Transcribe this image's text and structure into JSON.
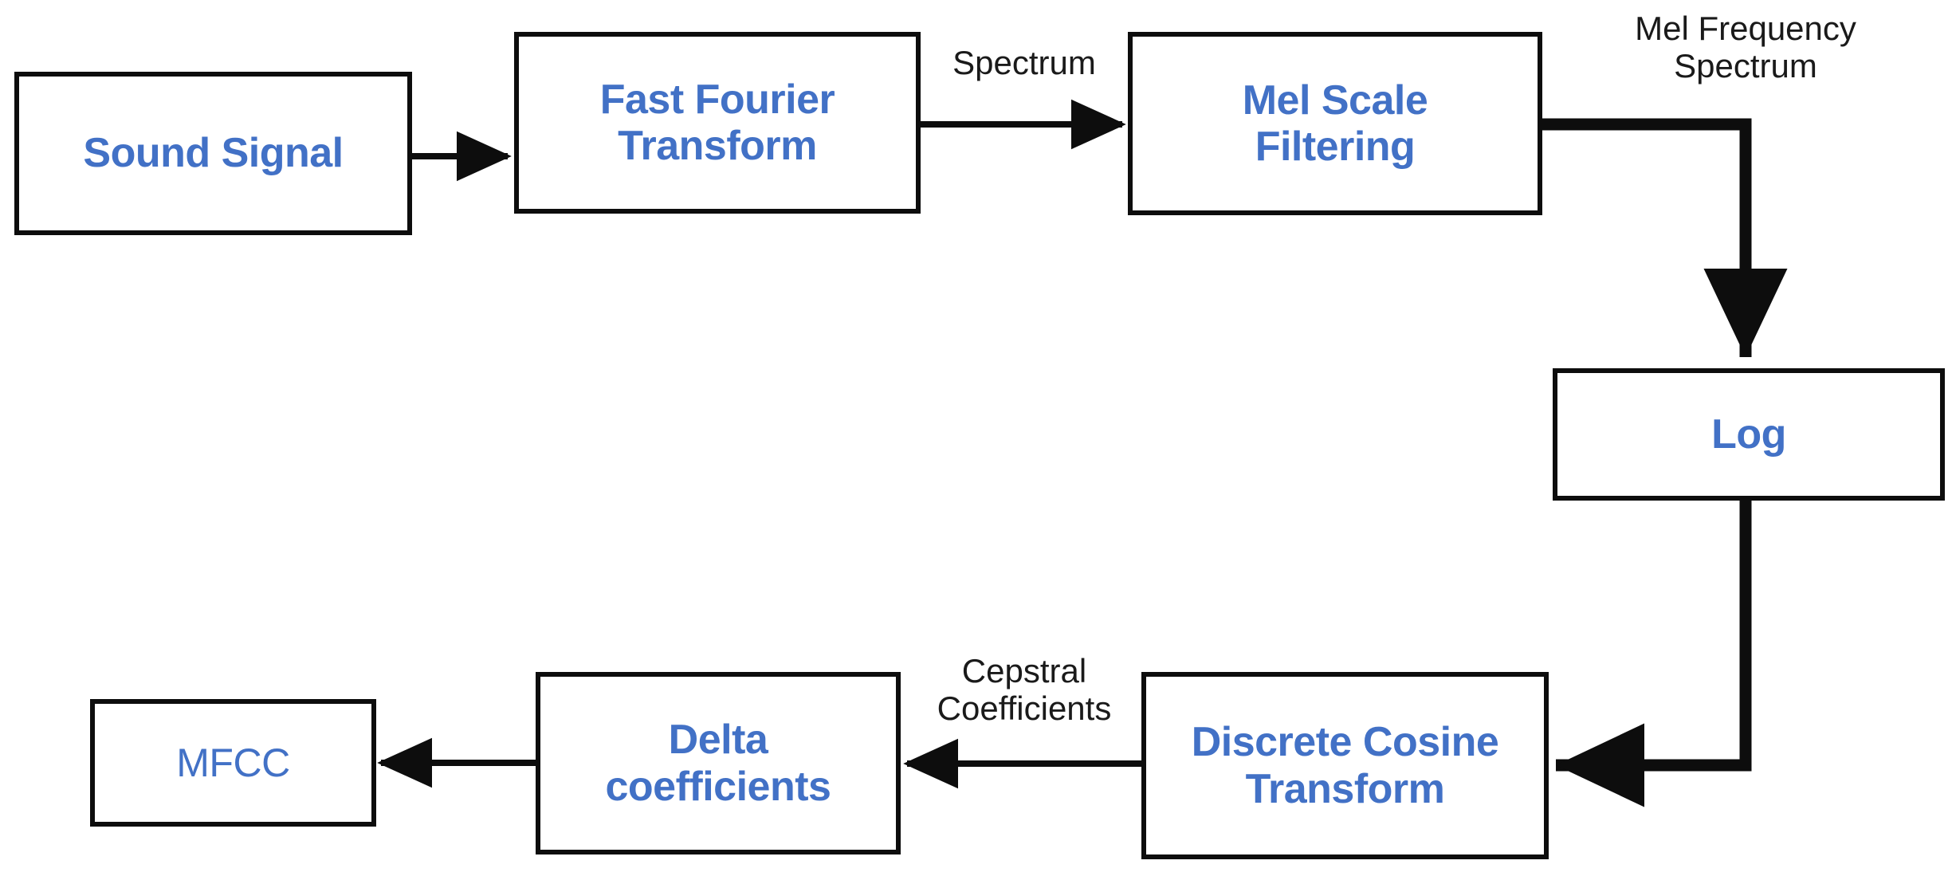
{
  "diagram": {
    "title": "MFCC feature extraction pipeline",
    "colors": {
      "node_text": "#4271C6",
      "node_border": "#0D0D0D",
      "edge_label_text": "#1A1A1A",
      "background": "#FFFFFF"
    },
    "nodes": [
      {
        "id": "sound-signal",
        "label": "Sound Signal"
      },
      {
        "id": "fast-fourier",
        "label": "Fast Fourier\nTransform"
      },
      {
        "id": "mel-scale",
        "label": "Mel Scale\nFiltering"
      },
      {
        "id": "log",
        "label": "Log"
      },
      {
        "id": "discrete-cosine",
        "label": "Discrete Cosine\nTransform"
      },
      {
        "id": "delta-coefficients",
        "label": "Delta\ncoefficients"
      },
      {
        "id": "mfcc",
        "label": "MFCC"
      }
    ],
    "edge_labels": [
      {
        "id": "spectrum",
        "label": "Spectrum"
      },
      {
        "id": "mel-frequency-spectrum",
        "label": "Mel Frequency\nSpectrum"
      },
      {
        "id": "cepstral-coefficients",
        "label": "Cepstral\nCoefficients"
      }
    ],
    "edges": [
      {
        "id": "sound-to-fft",
        "from": "Sound Signal",
        "to": "Fast Fourier Transform",
        "label": ""
      },
      {
        "id": "fft-to-mel",
        "from": "Fast Fourier Transform",
        "to": "Mel Scale Filtering",
        "label": "Spectrum"
      },
      {
        "id": "mel-to-log",
        "from": "Mel Scale Filtering",
        "to": "Log",
        "label": "Mel Frequency Spectrum"
      },
      {
        "id": "log-to-dct",
        "from": "Log",
        "to": "Discrete Cosine Transform",
        "label": ""
      },
      {
        "id": "dct-to-delta",
        "from": "Discrete Cosine Transform",
        "to": "Delta coefficients",
        "label": "Cepstral Coefficients"
      },
      {
        "id": "delta-to-mfcc",
        "from": "Delta coefficients",
        "to": "MFCC",
        "label": ""
      }
    ]
  }
}
